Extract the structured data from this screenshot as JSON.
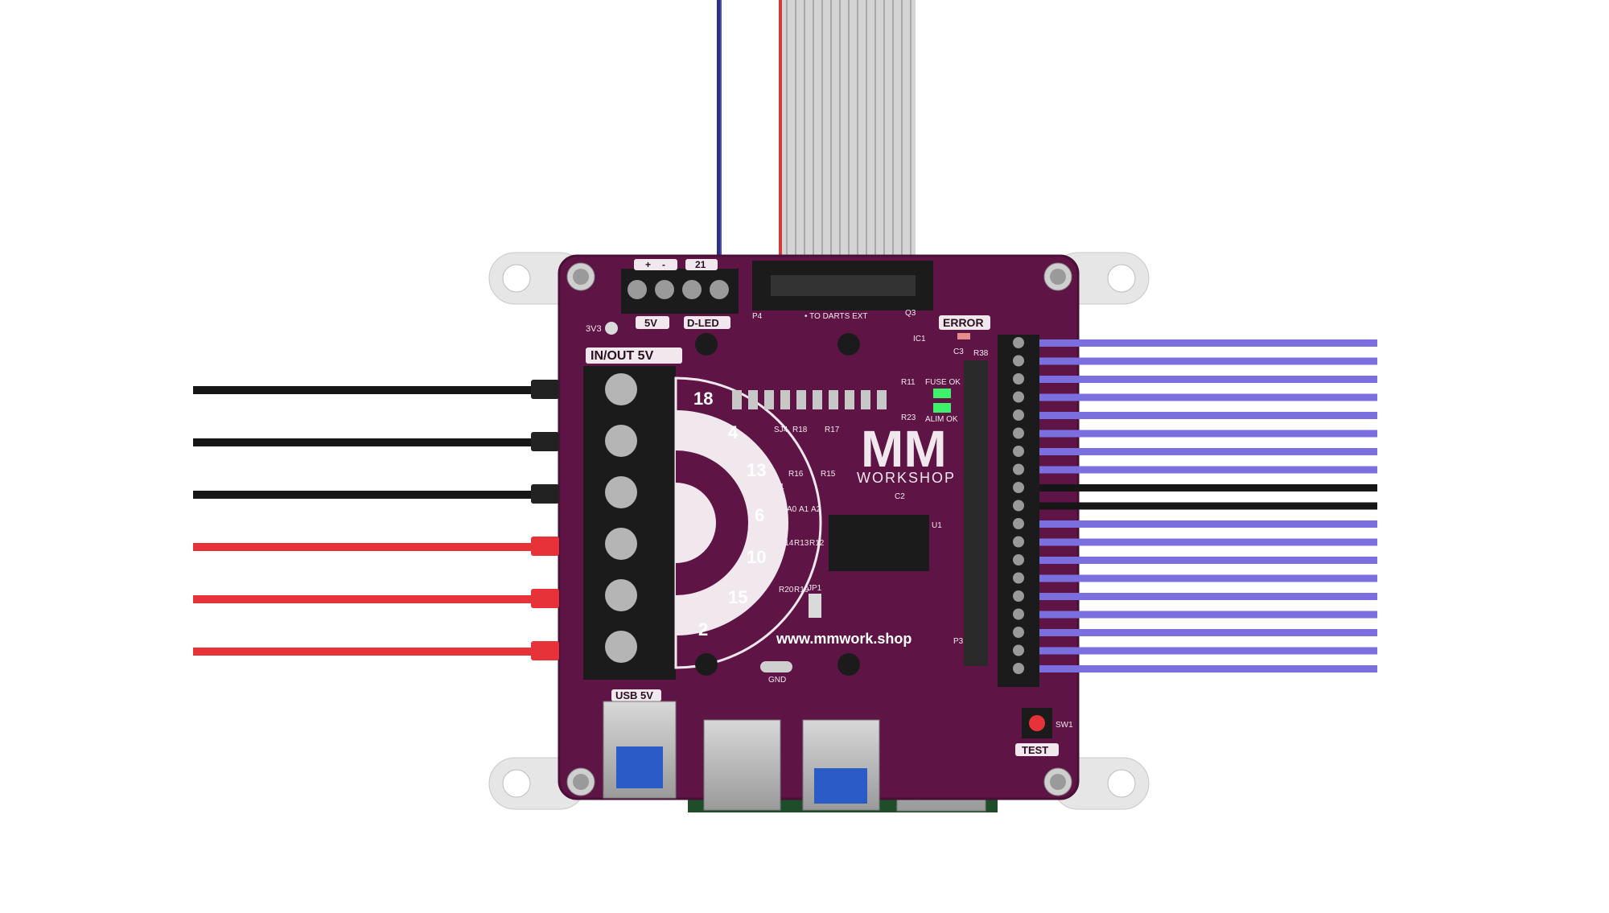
{
  "colors": {
    "pcb": "#5e1445",
    "pcb_edge": "#4a0f36",
    "wire_black": "#161616",
    "wire_red": "#e8323a",
    "wire_purple": "#7b6fe0",
    "ribbon": "#c9c9c9",
    "signal_wire": "#2c2f8a",
    "led_green": "#3df26a",
    "terminal": "#1b1b1b"
  },
  "board": {
    "brand_mark": "MM",
    "brand_sub": "WORKSHOP",
    "website": "www.mmwork.shop",
    "connector_labels": {
      "in_out": "IN/OUT 5V",
      "five_v": "5V",
      "d_led": "D-LED",
      "usb": "USB 5V",
      "error": "ERROR",
      "test": "TEST",
      "gnd": "GND",
      "v33": "3V3",
      "plus": "+",
      "minus": "-",
      "twenty_one": "21",
      "p4": "P4",
      "darts_ext": "• TO DARTS EXT",
      "fuse_ok": "FUSE OK",
      "alim_ok": "ALIM OK",
      "sw1": "SW1",
      "u1": "U1",
      "jp1": "JP1"
    },
    "component_labels": [
      "R18",
      "R17",
      "R16",
      "R15",
      "R14",
      "R13",
      "R12",
      "R20",
      "R19",
      "R11",
      "R23",
      "R38",
      "SJ4",
      "C1",
      "C2",
      "C3",
      "Q3",
      "IC1",
      "A0",
      "A1",
      "A2",
      "P3"
    ],
    "dart_numbers": [
      "18",
      "4",
      "13",
      "6",
      "10",
      "15",
      "2"
    ]
  }
}
